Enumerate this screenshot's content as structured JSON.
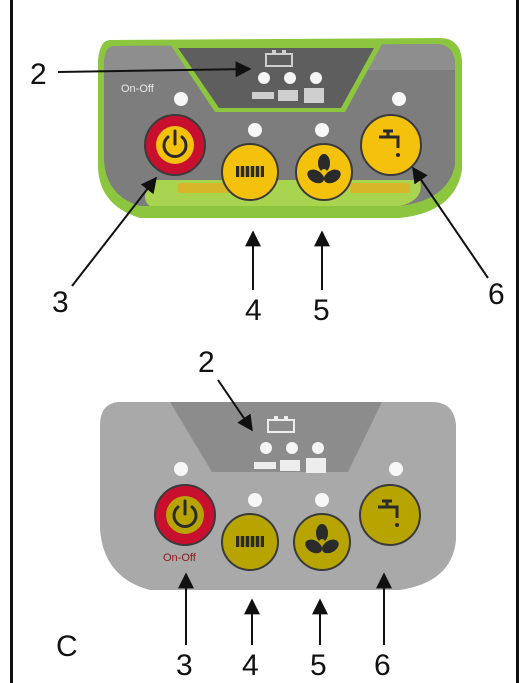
{
  "panel_top": {
    "onoff_label": "On-Off",
    "callouts": [
      "2",
      "3",
      "4",
      "5",
      "6"
    ],
    "button_under_labels": [
      "",
      ""
    ]
  },
  "panel_bottom": {
    "onoff_label": "On-Off",
    "callouts": [
      "2",
      "3",
      "4",
      "5",
      "6"
    ]
  },
  "panel_letter": "C",
  "colors": {
    "panel_top_body": "#7a7a7a",
    "panel_top_trim": "#8cc63f",
    "panel_bottom_body": "#a8a8a8",
    "button_yellow": "#f4c20d",
    "button_olive": "#b8a400",
    "button_red": "#c8102e"
  },
  "icons": [
    "power-icon",
    "heater-icon",
    "fan-icon",
    "water-tap-icon",
    "battery-icon"
  ]
}
